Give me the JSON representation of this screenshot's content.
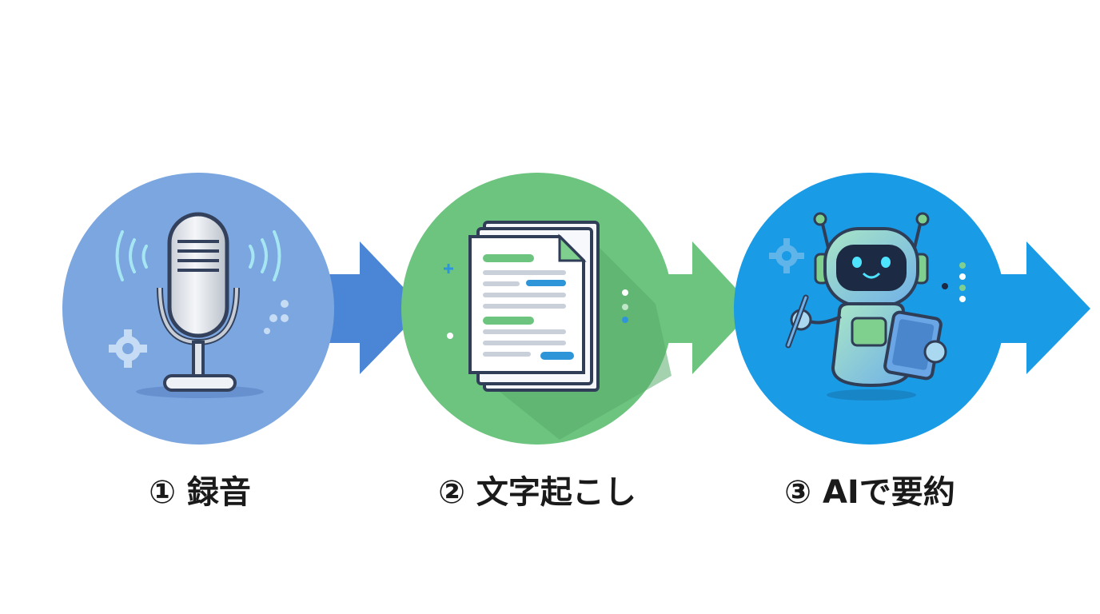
{
  "steps": [
    {
      "label": "① 録音",
      "icon": "microphone-icon",
      "color": "#7ba6e0"
    },
    {
      "label": "② 文字起こし",
      "icon": "document-icon",
      "color": "#6cc47f"
    },
    {
      "label": "③ AIで要約",
      "icon": "robot-icon",
      "color": "#1a9be6"
    }
  ],
  "colors": {
    "arrow_1": "#4b86d6",
    "arrow_2": "#6cc47f",
    "arrow_3": "#1a9be6"
  }
}
